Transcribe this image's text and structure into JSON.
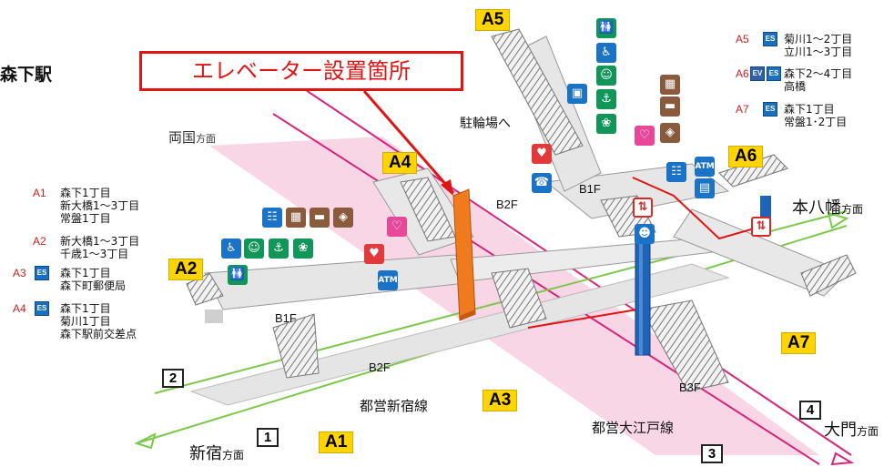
{
  "station_name": "森下駅",
  "callout": "エレベーター設置箇所",
  "exits": {
    "A1": "A1",
    "A2": "A2",
    "A3": "A3",
    "A4": "A4",
    "A5": "A5",
    "A6": "A6",
    "A7": "A7"
  },
  "levels": {
    "b1f_left": "B1F",
    "b2f_left": "B2F",
    "b2f_center": "B2F",
    "b1f_center": "B1F",
    "b3f": "B3F"
  },
  "directions": {
    "ryogoku": {
      "name": "両国",
      "suffix": "方面"
    },
    "motoyawata": {
      "name": "本八幡",
      "suffix": "方面"
    },
    "shinjuku": {
      "name": "新宿",
      "suffix": "方面"
    },
    "daimon": {
      "name": "大門",
      "suffix": "方面"
    }
  },
  "lines": {
    "shinjuku_line": "都営新宿線",
    "oedo_line": "都営大江戸線"
  },
  "bicycle_parking": "駐輪場へ",
  "platforms": {
    "p1": "1",
    "p2": "2",
    "p3": "3",
    "p4": "4"
  },
  "legend_left": [
    {
      "tag": "A1",
      "es": false,
      "text": "森下1丁目\n新大橋1〜3丁目\n常盤1丁目"
    },
    {
      "tag": "A2",
      "es": false,
      "text": "新大橋1〜3丁目\n千歳1〜3丁目"
    },
    {
      "tag": "A3",
      "es": true,
      "text": "森下1丁目\n森下町郵便局"
    },
    {
      "tag": "A4",
      "es": true,
      "text": "森下1丁目\n菊川1丁目\n森下駅前交差点"
    }
  ],
  "legend_right": [
    {
      "tag": "A5",
      "ev": false,
      "text": "菊川1〜2丁目\n立川1〜3丁目"
    },
    {
      "tag": "A6",
      "ev": true,
      "text": "森下2〜4丁目\n高橋"
    },
    {
      "tag": "A7",
      "ev": false,
      "text": "森下1丁目\n常盤1･2丁目"
    }
  ],
  "badges": {
    "es": "ES",
    "ev": "EV",
    "atm": "ATM"
  },
  "icons": [
    "toilet-icon",
    "wheelchair-icon",
    "baby-icon",
    "family-toilet-icon",
    "ostomate-icon",
    "aed-icon",
    "atm-icon",
    "ticket-machine-icon",
    "coin-locker-icon",
    "phone-icon",
    "elevator-icon"
  ],
  "colors": {
    "shinjuku_line": "#7cc84a",
    "oedo_line": "#d6247b",
    "exit_yellow": "#ffd400",
    "callout_red": "#e11414",
    "elevator_orange": "#f07a1e"
  }
}
